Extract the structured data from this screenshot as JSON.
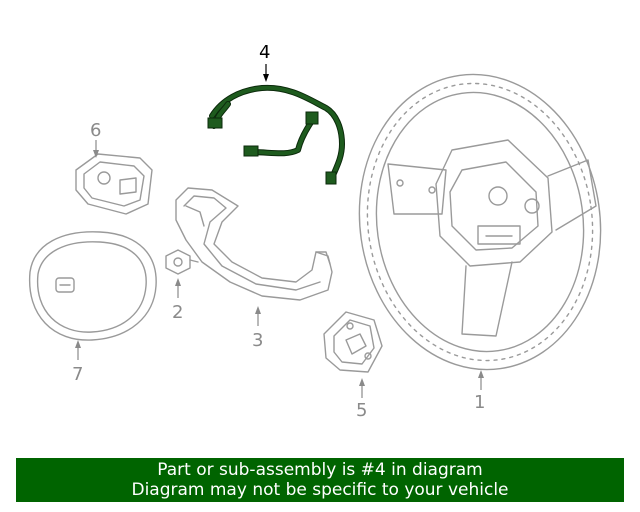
{
  "callouts": [
    {
      "number": "1",
      "part": "steering wheel"
    },
    {
      "number": "2",
      "part": "bolt"
    },
    {
      "number": "3",
      "part": "trim bezel"
    },
    {
      "number": "4",
      "part": "wiring harness",
      "highlighted": true
    },
    {
      "number": "5",
      "part": "right switch"
    },
    {
      "number": "6",
      "part": "left switch"
    },
    {
      "number": "7",
      "part": "air bag module"
    }
  ],
  "banner": {
    "line1": "Part or sub-assembly is #4 in diagram",
    "line2": "Diagram may not be specific to your vehicle"
  },
  "colors": {
    "highlight": "#1e5b1e",
    "banner_background": "#006400",
    "banner_text": "#ffffff",
    "line_art": "#9a9a9a"
  }
}
